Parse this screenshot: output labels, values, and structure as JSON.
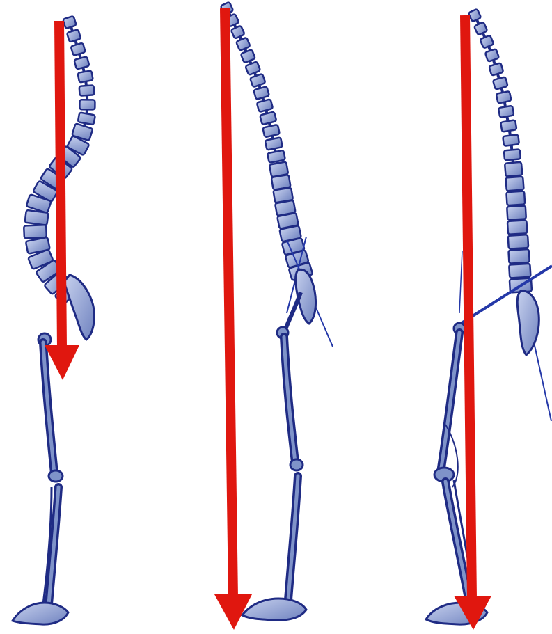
{
  "figure": {
    "panels": [
      {
        "id": "panel-1",
        "posture": "normal-s-curve"
      },
      {
        "id": "panel-2",
        "posture": "flat-back"
      },
      {
        "id": "panel-3",
        "posture": "flexed-knee"
      }
    ]
  },
  "colors": {
    "background": "#ffffff",
    "bone_fill": "#7f93c9",
    "bone_fill_light": "#aebce0",
    "bone_outline": "#1f2b84",
    "plumb_line": "#e0170f",
    "guide_line": "#2438a8"
  },
  "icons": {
    "plumb_arrow": "red-down-arrow",
    "vertebra": "vertebra-block",
    "sacrum": "sacrum-shape",
    "femur": "femur-bone",
    "tibia": "tibia-bone",
    "foot": "foot-bone"
  }
}
